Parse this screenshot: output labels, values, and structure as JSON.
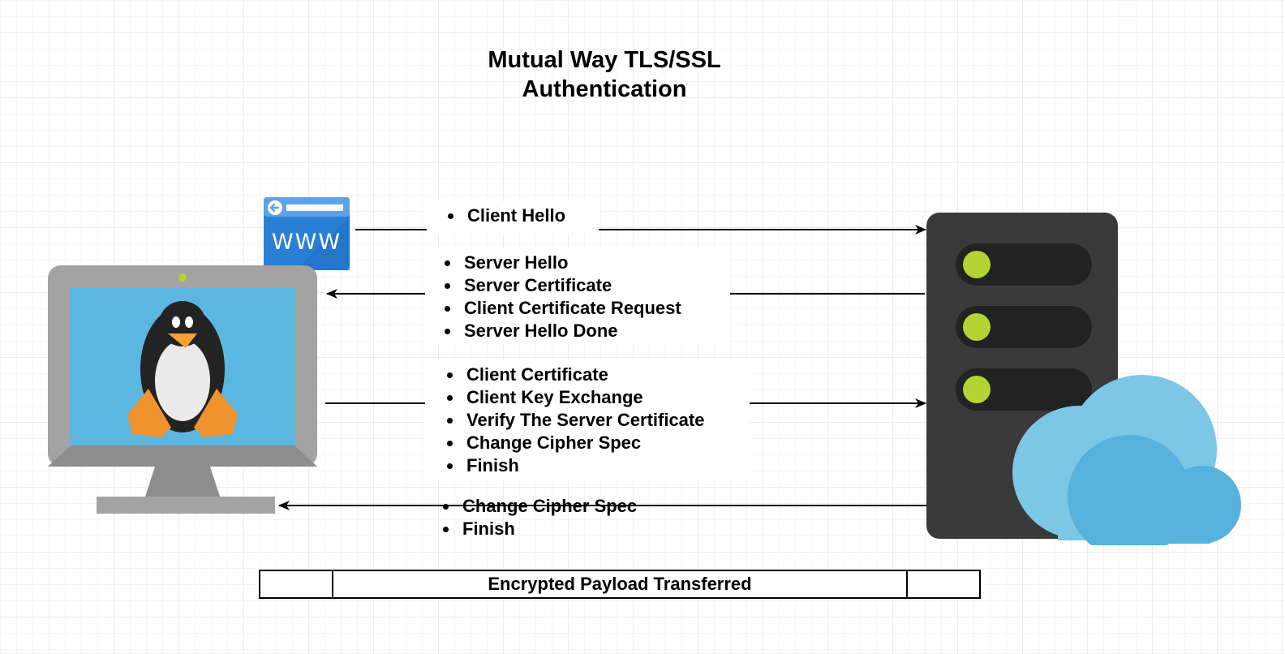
{
  "diagram": {
    "title_line1": "Mutual Way TLS/SSL",
    "title_line2": "Authentication",
    "www_label": "WWW",
    "messages": [
      {
        "direction": "client-to-server",
        "items": [
          "Client Hello"
        ]
      },
      {
        "direction": "server-to-client",
        "items": [
          "Server Hello",
          "Server Certificate",
          "Client Certificate Request",
          "Server Hello Done"
        ]
      },
      {
        "direction": "client-to-server",
        "items": [
          "Client Certificate",
          "Client Key Exchange",
          "Verify The Server Certificate",
          "Change Cipher Spec",
          "Finish"
        ]
      },
      {
        "direction": "server-to-client",
        "items": [
          "Change Cipher Spec",
          "Finish"
        ]
      }
    ],
    "payload_label": "Encrypted Payload Transferred"
  },
  "colors": {
    "monitor_frame": "#a3a3a3",
    "screen": "#5bb6e0",
    "www_blue": "#2a7fd4",
    "server_body": "#3a3a3a",
    "server_slot": "#222222",
    "server_led": "#b5d334",
    "cloud_light": "#7cc6e6",
    "cloud_dark": "#56b1dc",
    "penguin_beak": "#f5a233"
  },
  "icons": [
    "linux-monitor-icon",
    "www-browser-icon",
    "server-icon",
    "cloud-icon"
  ]
}
